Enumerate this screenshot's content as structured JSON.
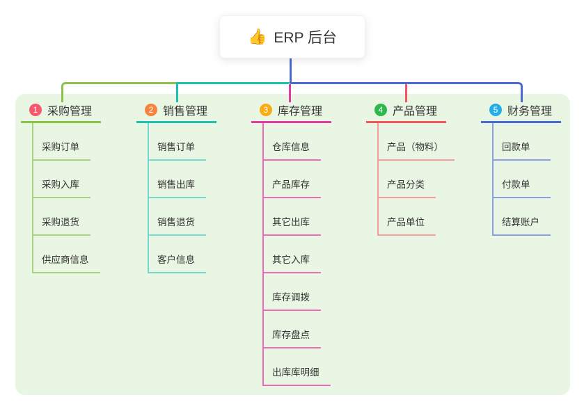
{
  "root": {
    "icon": "👍",
    "label": "ERP 后台",
    "connector_color": "#4a69d2"
  },
  "panel": {
    "background_color": "#e9f6e3"
  },
  "branches": [
    {
      "num": "1",
      "label": "采购管理",
      "badge_color": "#f6586e",
      "line_color": "#8bc34a",
      "child_line_color": "#a8d47f",
      "children": [
        "采购订单",
        "采购入库",
        "采购退货",
        "供应商信息"
      ]
    },
    {
      "num": "2",
      "label": "销售管理",
      "badge_color": "#f8833c",
      "line_color": "#1ec0b2",
      "child_line_color": "#74d8cc",
      "children": [
        "销售订单",
        "销售出库",
        "销售退货",
        "客户信息"
      ]
    },
    {
      "num": "3",
      "label": "库存管理",
      "badge_color": "#fbac14",
      "line_color": "#e23ca2",
      "child_line_color": "#ee6ab4",
      "children": [
        "仓库信息",
        "产品库存",
        "其它出库",
        "其它入库",
        "库存调拨",
        "库存盘点",
        "出库库明细"
      ]
    },
    {
      "num": "4",
      "label": "产品管理",
      "badge_color": "#2cb84b",
      "line_color": "#f4565c",
      "child_line_color": "#f89d9b",
      "children": [
        "产品（物料）",
        "产品分类",
        "产品单位"
      ]
    },
    {
      "num": "5",
      "label": "财务管理",
      "badge_color": "#25aee6",
      "line_color": "#4a69d2",
      "child_line_color": "#8aa0e2",
      "children": [
        "回款单",
        "付款单",
        "结算账户"
      ]
    }
  ]
}
